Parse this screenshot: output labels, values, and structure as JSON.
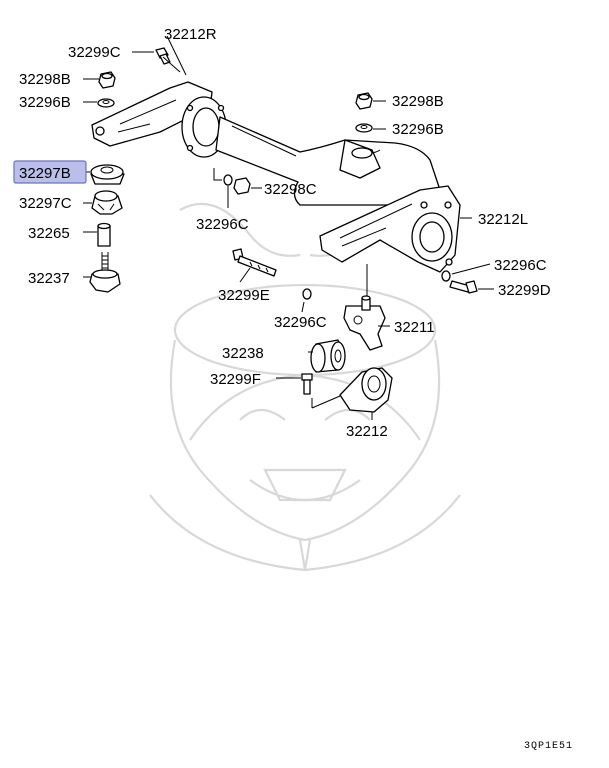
{
  "labels": {
    "p32212R": "32212R",
    "p32299C": "32299C",
    "p32298B_left": "32298B",
    "p32296B_left": "32296B",
    "p32297B": "32297B",
    "p32297C": "32297C",
    "p32265": "32265",
    "p32237": "32237",
    "p32298B_right": "32298B",
    "p32296B_right": "32296B",
    "p32298C": "32298C",
    "p32296C_mid": "32296C",
    "p32212L": "32212L",
    "p32296C_right": "32296C",
    "p32299D": "32299D",
    "p32299E": "32299E",
    "p32296C_low": "32296C",
    "p32211": "32211",
    "p32238": "32238",
    "p32299F": "32299F",
    "p32212": "32212"
  },
  "diagram_code": "3QP1E51",
  "highlight": {
    "label": "32297B",
    "color": "#b9bfe8",
    "border": "#6a73c8"
  },
  "colors": {
    "line": "#000000",
    "watermark": "#d8d8d8"
  }
}
